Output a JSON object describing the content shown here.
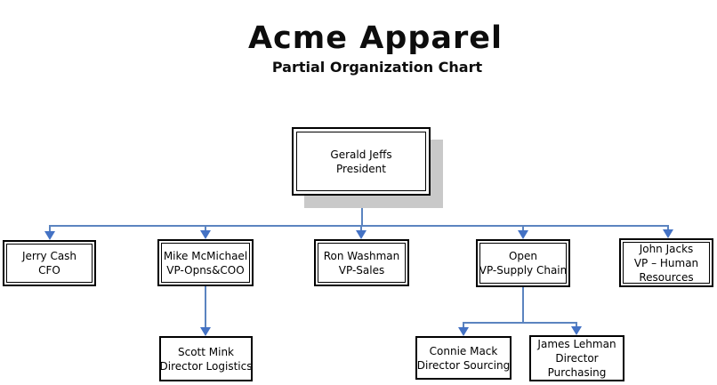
{
  "header": {
    "title": "Acme Apparel",
    "subtitle": "Partial Organization Chart"
  },
  "colors": {
    "connector_line": "#5b84c0",
    "arrowhead": "#4472c4",
    "box_border": "#000000",
    "box_fill": "#ffffff",
    "shadow": "#c9c9c9",
    "background": "#ffffff",
    "text": "#000000"
  },
  "nodes": {
    "president": {
      "line1": "Gerald Jeffs",
      "line2": "President"
    },
    "cfo": {
      "line1": "Jerry Cash",
      "line2": "CFO"
    },
    "coo": {
      "line1": "Mike McMichael",
      "line2": "VP-Opns&COO"
    },
    "sales": {
      "line1": "Ron Washman",
      "line2": "VP-Sales"
    },
    "supply": {
      "line1": "Open",
      "line2": "VP-Supply Chain"
    },
    "hr": {
      "line1": "John Jacks",
      "line2": "VP – Human",
      "line3": "Resources"
    },
    "logistics": {
      "line1": "Scott Mink",
      "line2": "Director Logistics"
    },
    "sourcing": {
      "line1": "Connie Mack",
      "line2": "Director Sourcing"
    },
    "purchasing": {
      "line1": "James Lehman",
      "line2": "Director",
      "line3": "Purchasing"
    }
  },
  "hierarchy": {
    "root": "president",
    "president_reports": [
      "cfo",
      "coo",
      "sales",
      "supply",
      "hr"
    ],
    "coo_reports": [
      "logistics"
    ],
    "supply_reports": [
      "sourcing",
      "purchasing"
    ]
  }
}
